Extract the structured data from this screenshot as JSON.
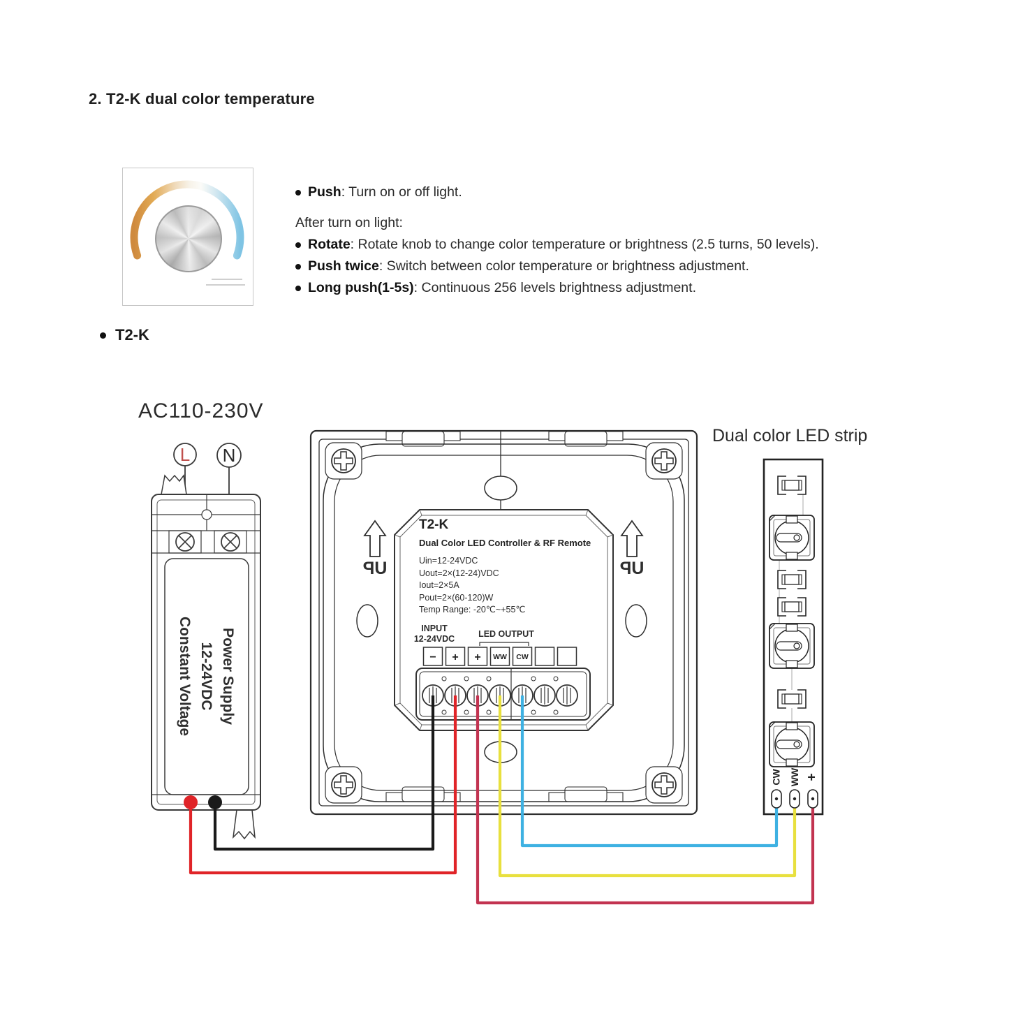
{
  "title": "2. T2-K  dual color temperature",
  "instructions": {
    "push": {
      "label": "Push",
      "text": ": Turn on or off light."
    },
    "after_label": "After turn on light:",
    "items": [
      {
        "label": "Rotate",
        "text": ": Rotate knob to change color temperature or brightness (2.5 turns, 50 levels)."
      },
      {
        "label": "Push twice",
        "text": ": Switch between color temperature or brightness adjustment."
      },
      {
        "label": "Long push(1-5s)",
        "text": ": Continuous 256 levels brightness adjustment."
      }
    ]
  },
  "section_label": "T2-K",
  "diagram": {
    "ac_label": "AC110-230V",
    "l": "L",
    "n": "N",
    "l_color": "#c0504d",
    "n_color": "#2b2b2b",
    "psu_lines": [
      "Power Supply",
      "12-24VDC",
      "Constant Voltage"
    ],
    "up_text": "UP",
    "module": {
      "name": "T2-K",
      "subtitle": "Dual Color LED Controller & RF Remote",
      "specs": [
        "Uin=12-24VDC",
        "Uout=2×(12-24)VDC",
        "Iout=2×5A",
        "Pout=2×(60-120)W",
        "Temp Range: -20℃~+55℃"
      ],
      "input_label": "INPUT",
      "input_voltage": "12-24VDC",
      "output_label": "LED OUTPUT",
      "terminals": [
        "−",
        "+",
        "+",
        "WW",
        "CW",
        "",
        ""
      ]
    },
    "strip": {
      "label": "Dual color LED strip",
      "pads": [
        "CW",
        "WW",
        "+"
      ]
    },
    "wire_colors": {
      "black": "#1a1a1a",
      "red": "#e02428",
      "crimson": "#c23350",
      "yellow": "#e8e03e",
      "blue": "#3eb1e2",
      "lead": "#3a3a3a"
    }
  }
}
